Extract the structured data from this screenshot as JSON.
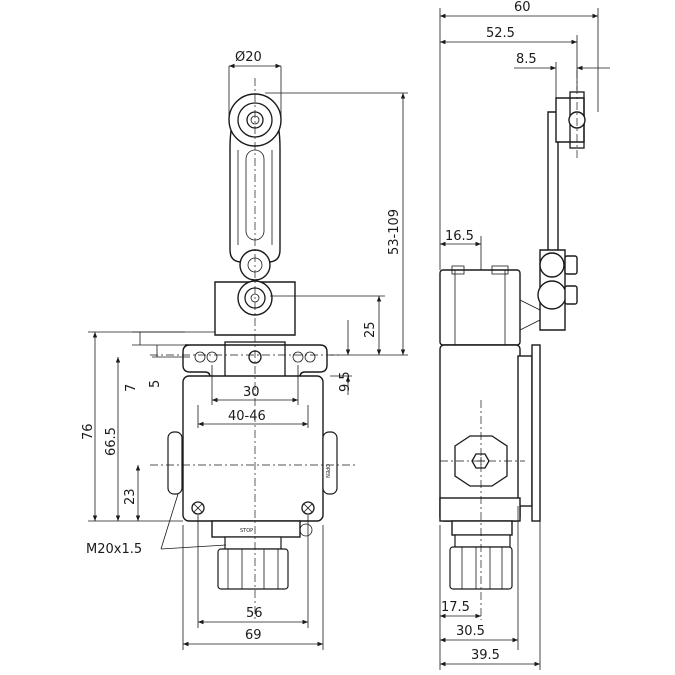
{
  "front_view": {
    "dim_roller_diameter": "Ø20",
    "dim_height_range": "53-109",
    "dim_25": "25",
    "dim_9_5": "9.5",
    "dim_7": "7",
    "dim_5": "5",
    "dim_76": "76",
    "dim_66_5": "66.5",
    "dim_23": "23",
    "dim_30": "30",
    "dim_40_46": "40-46",
    "dim_56": "56",
    "dim_69": "69",
    "thread_label": "M20x1.5",
    "side_marking": "OPEN",
    "plate_marking": "STOP"
  },
  "side_view": {
    "dim_60": "60",
    "dim_52_5": "52.5",
    "dim_8_5": "8.5",
    "dim_16_5": "16.5",
    "dim_17_5": "17.5",
    "dim_30_5": "30.5",
    "dim_39_5": "39.5"
  }
}
